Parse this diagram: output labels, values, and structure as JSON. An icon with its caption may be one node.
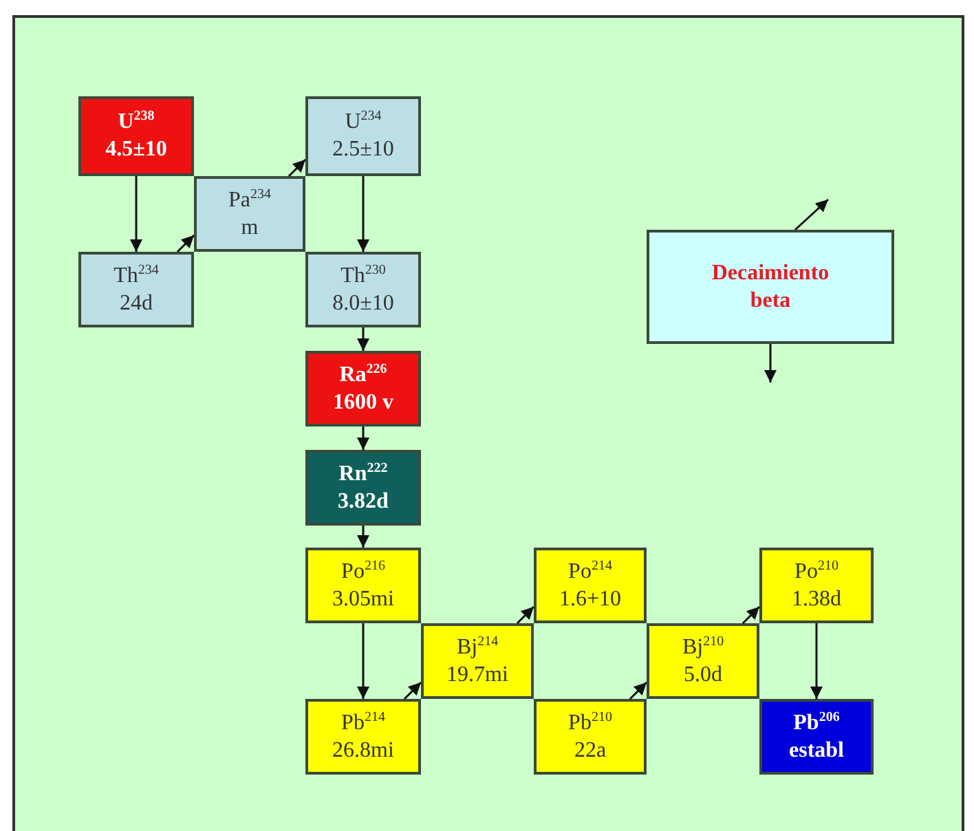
{
  "diagram": {
    "nodes": [
      {
        "text": [
          "U$^{238}$",
          "4.5±10"
        ]
      },
      {
        "text": [
          "U$^{234}$",
          "2.5±10"
        ]
      },
      {
        "text": [
          "Pa$^{234}$",
          "m"
        ]
      },
      {
        "text": [
          "Th$^{234}$",
          "24d"
        ]
      },
      {
        "text": [
          "Th$^{230}$",
          "8.0±10"
        ]
      },
      {
        "text": [
          "Ra$^{226}$",
          "1600 v"
        ]
      },
      {
        "text": [
          "Rn$^{222}$",
          "3.82d"
        ]
      },
      {
        "text": [
          "Po$^{216}$",
          "3.05mi"
        ]
      },
      {
        "text": [
          "Po$^{214}$",
          "1.6+10"
        ]
      },
      {
        "text": [
          "Po$^{210}$",
          "1.38d"
        ]
      },
      {
        "text": [
          "Bj$^{214}$",
          "19.7mi"
        ]
      },
      {
        "text": [
          "Bj$^{210}$",
          "5.0d"
        ]
      },
      {
        "text": [
          "Pb$^{214}$",
          "26.8mi"
        ]
      },
      {
        "text": [
          "Pb$^{210}$",
          "22a"
        ]
      },
      {
        "text": [
          "Pb$^{206}$",
          "establ"
        ]
      },
      {
        "text": [
          "Decaimiento beta"
        ]
      }
    ],
    "edges": [
      {
        "from": 0,
        "to": 3,
        "arrow": "to"
      },
      {
        "from": 3,
        "to": 2,
        "arrow": "to"
      },
      {
        "from": 2,
        "to": 1,
        "arrow": "to"
      },
      {
        "from": 1,
        "to": 4,
        "arrow": "to"
      },
      {
        "from": 4,
        "to": 5,
        "arrow": "to"
      },
      {
        "from": 5,
        "to": 6,
        "arrow": "to"
      },
      {
        "from": 6,
        "to": 7,
        "arrow": "to"
      },
      {
        "from": 7,
        "to": 12,
        "arrow": "to"
      },
      {
        "from": 12,
        "to": 10,
        "arrow": "to"
      },
      {
        "from": 10,
        "to": 8,
        "arrow": "to"
      },
      {
        "from": 13,
        "to": 11,
        "arrow": "to"
      },
      {
        "from": 11,
        "to": 9,
        "arrow": "to"
      },
      {
        "from": 9,
        "to": 14,
        "arrow": "to"
      },
      {
        "from": 15,
        "to": null,
        "arrow": "to"
      },
      {
        "from": 15,
        "to": null,
        "arrow": "to"
      }
    ]
  }
}
